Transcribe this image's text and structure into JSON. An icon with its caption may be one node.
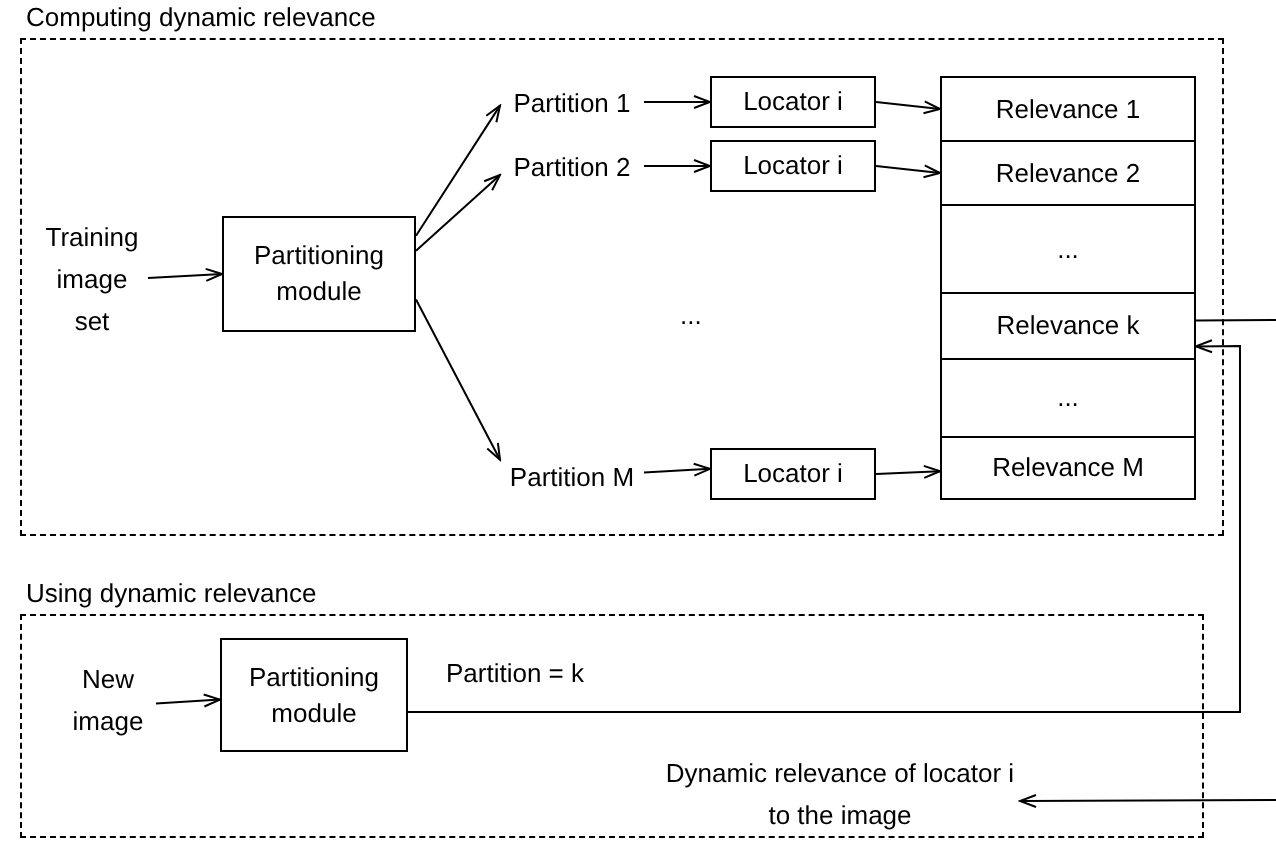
{
  "diagram": {
    "nodes": [
      {
        "text": [
          "Computing dynamic relevance"
        ]
      },
      {
        "text": [
          "Training image set"
        ],
        "in": 0
      },
      {
        "text": [
          "Partitioning module"
        ],
        "in": 0
      },
      {
        "text": [
          "Partition 1"
        ],
        "in": 0
      },
      {
        "text": [
          "Partition 2"
        ],
        "in": 0
      },
      {
        "text": [
          "Partition M"
        ],
        "in": 0
      },
      {
        "text": [
          "Locator i"
        ],
        "in": 0
      },
      {
        "text": [
          "Locator i"
        ],
        "in": 0
      },
      {
        "text": [
          "Locator i"
        ],
        "in": 0
      },
      {
        "text": [
          "Relevance 1"
        ],
        "in": 0
      },
      {
        "text": [
          "Relevance 2"
        ],
        "in": 0
      },
      {
        "text": [
          "..."
        ],
        "in": 0
      },
      {
        "text": [
          "Relevance k"
        ],
        "in": 0
      },
      {
        "text": [
          "..."
        ],
        "in": 0
      },
      {
        "text": [
          "Relevance M"
        ],
        "in": 0
      },
      {
        "text": [
          "Using dynamic relevance"
        ]
      },
      {
        "text": [
          "New image"
        ],
        "in": 15
      },
      {
        "text": [
          "Partitioning module"
        ],
        "in": 15
      },
      {
        "text": [
          "Dynamic relevance of locator i to the image"
        ],
        "in": 15
      }
    ],
    "edges": [
      {
        "from": 1,
        "to": 2,
        "arrow": "to"
      },
      {
        "from": 2,
        "to": 3,
        "arrow": "to"
      },
      {
        "from": 2,
        "to": 4,
        "arrow": "to"
      },
      {
        "from": 2,
        "to": 5,
        "arrow": "to"
      },
      {
        "from": 3,
        "to": 6,
        "arrow": "to"
      },
      {
        "from": 4,
        "to": 7,
        "arrow": "to"
      },
      {
        "from": 5,
        "to": 8,
        "arrow": "to"
      },
      {
        "from": 6,
        "to": 9,
        "arrow": "to"
      },
      {
        "from": 7,
        "to": 10,
        "arrow": "to"
      },
      {
        "from": 8,
        "to": 14,
        "arrow": "to"
      },
      {
        "from": 16,
        "to": 17,
        "arrow": "to"
      },
      {
        "from": 17,
        "to": 12,
        "arrow": "to",
        "label": "Partition = k"
      },
      {
        "from": 12,
        "to": null,
        "arrow": "none"
      },
      {
        "from": null,
        "to": 18,
        "arrow": "to"
      }
    ],
    "labels": [
      "..."
    ]
  }
}
